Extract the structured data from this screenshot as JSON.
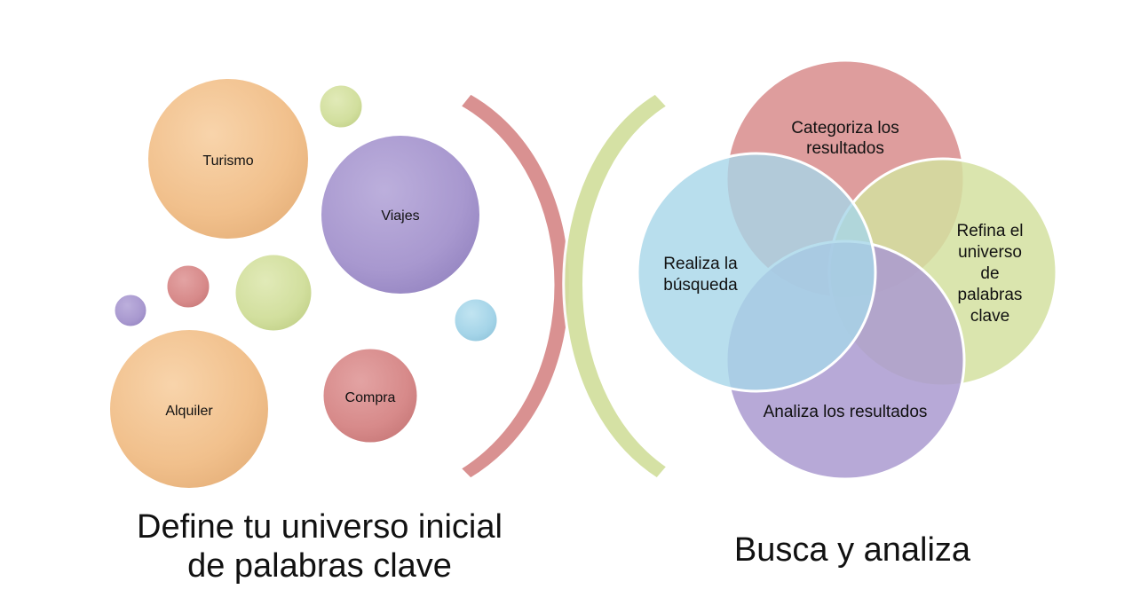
{
  "colors": {
    "orange": "#f3c593",
    "purple": "#aa9ad0",
    "green": "#d3e0a0",
    "red": "#d88c8c",
    "blue": "#a6d6e9"
  },
  "keyword_bubbles": {
    "turismo": "Turismo",
    "viajes": "Viajes",
    "alquiler": "Alquiler",
    "compra": "Compra"
  },
  "cycle": {
    "categoriza": [
      "Categoriza los",
      "resultados"
    ],
    "refina": [
      "Refina el",
      "universo",
      "de",
      "palabras",
      "clave"
    ],
    "realiza": [
      "Realiza la",
      "búsqueda"
    ],
    "analiza": [
      "Analiza los resultados"
    ]
  },
  "captions": {
    "left": [
      "Define tu universo inicial",
      "de palabras clave"
    ],
    "right": [
      "Busca y analiza"
    ]
  }
}
